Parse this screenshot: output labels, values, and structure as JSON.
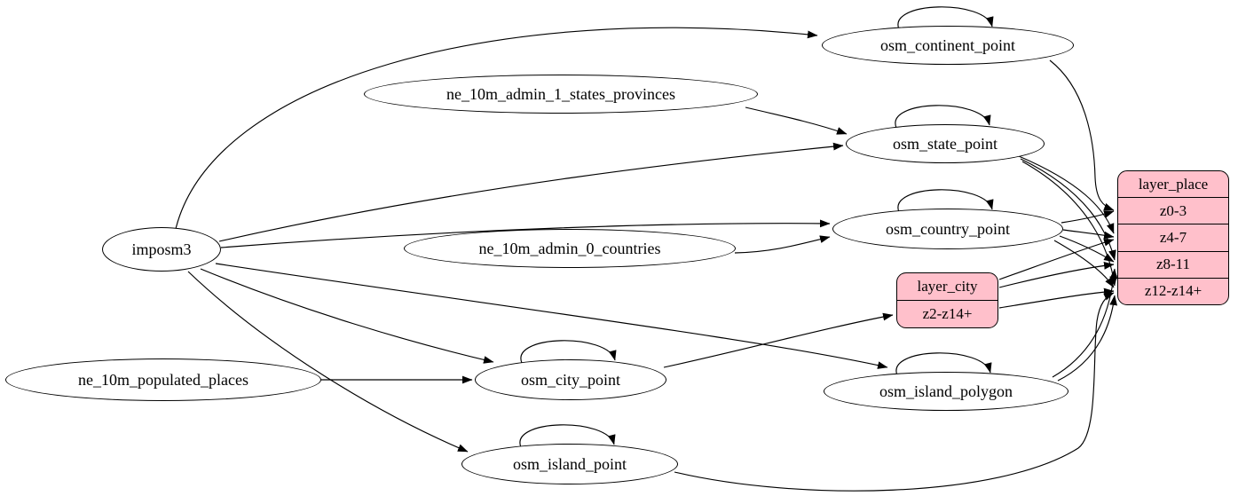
{
  "diagram": {
    "kind": "etl-graph",
    "colors": {
      "background": "#ffffff",
      "node_fill": "#ffffff",
      "record_fill": "#ffc0cb",
      "stroke": "#000000"
    }
  },
  "nodes": {
    "imposm3": {
      "label": "imposm3"
    },
    "ne_10m_admin_1_states_provinces": {
      "label": "ne_10m_admin_1_states_provinces"
    },
    "ne_10m_admin_0_countries": {
      "label": "ne_10m_admin_0_countries"
    },
    "ne_10m_populated_places": {
      "label": "ne_10m_populated_places"
    },
    "osm_continent_point": {
      "label": "osm_continent_point"
    },
    "osm_state_point": {
      "label": "osm_state_point"
    },
    "osm_country_point": {
      "label": "osm_country_point"
    },
    "osm_city_point": {
      "label": "osm_city_point"
    },
    "osm_island_polygon": {
      "label": "osm_island_polygon"
    },
    "osm_island_point": {
      "label": "osm_island_point"
    }
  },
  "records": {
    "layer_city": {
      "title": "layer_city",
      "rows": [
        "z2-z14+"
      ]
    },
    "layer_place": {
      "title": "layer_place",
      "rows": [
        "z0-3",
        "z4-7",
        "z8-11",
        "z12-z14+"
      ]
    }
  },
  "self_loops": [
    "osm_continent_point",
    "osm_state_point",
    "osm_country_point",
    "osm_city_point",
    "osm_island_polygon",
    "osm_island_point"
  ],
  "edges": [
    {
      "from": "imposm3",
      "to": "osm_continent_point"
    },
    {
      "from": "imposm3",
      "to": "osm_state_point"
    },
    {
      "from": "imposm3",
      "to": "osm_country_point"
    },
    {
      "from": "imposm3",
      "to": "osm_city_point"
    },
    {
      "from": "imposm3",
      "to": "osm_island_polygon"
    },
    {
      "from": "imposm3",
      "to": "osm_island_point"
    },
    {
      "from": "ne_10m_admin_1_states_provinces",
      "to": "osm_state_point"
    },
    {
      "from": "ne_10m_admin_0_countries",
      "to": "osm_country_point"
    },
    {
      "from": "ne_10m_populated_places",
      "to": "osm_city_point"
    },
    {
      "from": "osm_city_point",
      "to": "layer_city.z2-z14+"
    },
    {
      "from": "osm_continent_point",
      "to": "layer_place.z0-3"
    },
    {
      "from": "osm_country_point",
      "to": "layer_place.z0-3"
    },
    {
      "from": "osm_country_point",
      "to": "layer_place.z4-7"
    },
    {
      "from": "osm_country_point",
      "to": "layer_place.z8-11"
    },
    {
      "from": "osm_country_point",
      "to": "layer_place.z12-z14+"
    },
    {
      "from": "osm_state_point",
      "to": "layer_place.z4-7"
    },
    {
      "from": "osm_state_point",
      "to": "layer_place.z8-11"
    },
    {
      "from": "osm_state_point",
      "to": "layer_place.z12-z14+"
    },
    {
      "from": "layer_city.z2-z14+",
      "to": "layer_place.z4-7"
    },
    {
      "from": "layer_city.z2-z14+",
      "to": "layer_place.z8-11"
    },
    {
      "from": "layer_city.z2-z14+",
      "to": "layer_place.z12-z14+"
    },
    {
      "from": "osm_island_polygon",
      "to": "layer_place.z8-11"
    },
    {
      "from": "osm_island_polygon",
      "to": "layer_place.z12-z14+"
    },
    {
      "from": "osm_island_point",
      "to": "layer_place.z12-z14+"
    }
  ]
}
